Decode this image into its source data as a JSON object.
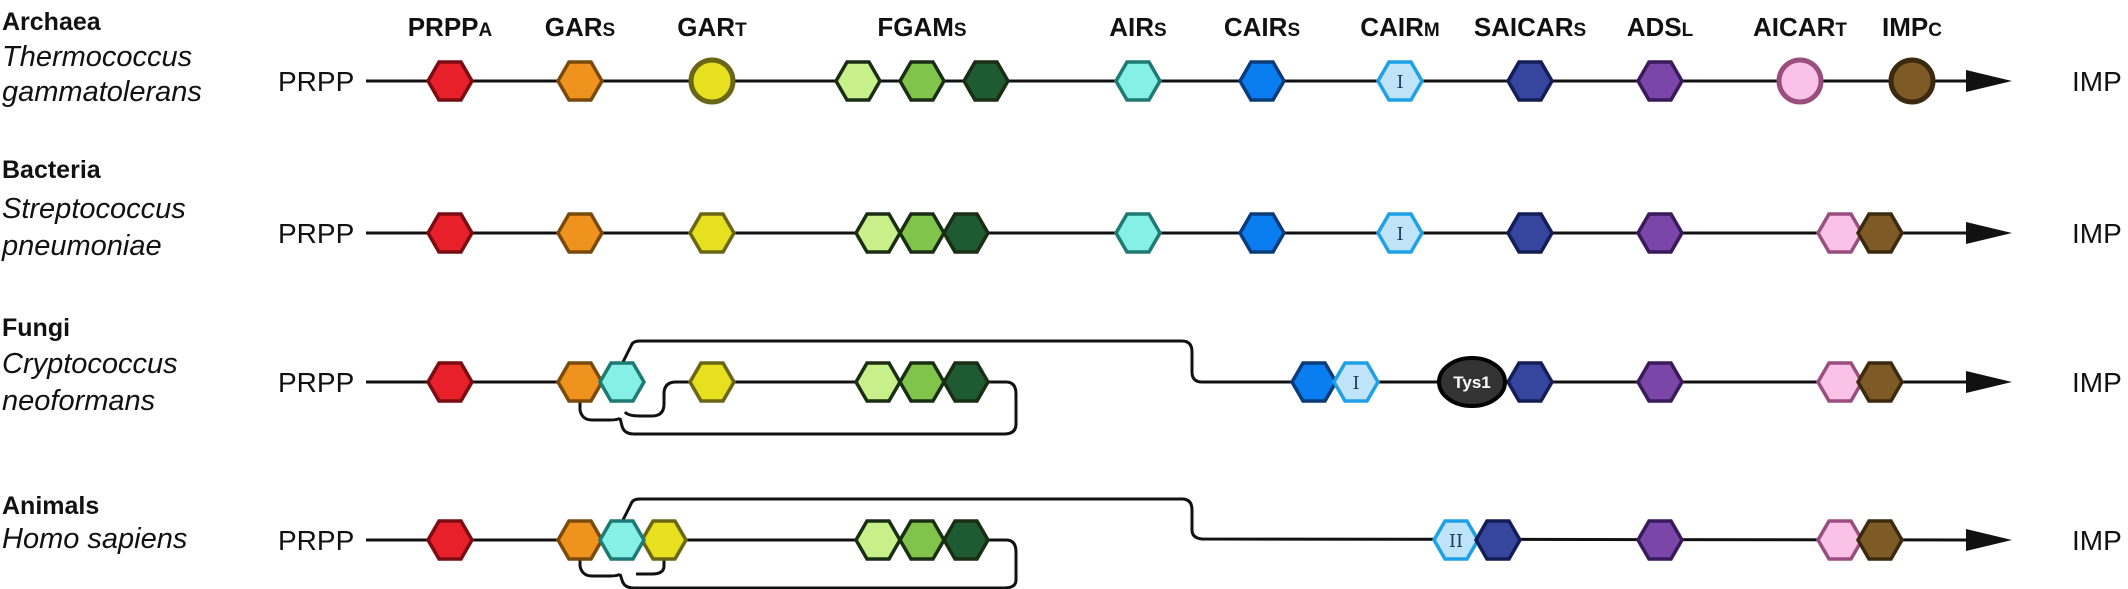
{
  "enzymes": [
    {
      "key": "prppa",
      "main": "PRPP",
      "sub": "A",
      "fill": "#e8202a",
      "stroke": "#7a0c12"
    },
    {
      "key": "gars",
      "main": "GAR",
      "sub": "S",
      "fill": "#f0931e",
      "stroke": "#7a4a0c"
    },
    {
      "key": "gart",
      "main": "GAR",
      "sub": "T",
      "fill": "#e6e01e",
      "stroke": "#6a6616"
    },
    {
      "key": "fgams",
      "main": "FGAM",
      "sub": "S",
      "fill": "#c8f08a",
      "stroke": "#24401a"
    },
    {
      "key": "airs",
      "main": "AIR",
      "sub": "S",
      "fill": "#86f0e6",
      "stroke": "#1e7a72"
    },
    {
      "key": "cairs",
      "main": "CAIR",
      "sub": "S",
      "fill": "#0a7ef0",
      "stroke": "#0a3c7a"
    },
    {
      "key": "cairm",
      "main": "CAIR",
      "sub": "M",
      "fill": "#bfe4fa",
      "stroke": "#1ea0e6"
    },
    {
      "key": "saicars",
      "main": "SAICAR",
      "sub": "S",
      "fill": "#36469e",
      "stroke": "#141e56"
    },
    {
      "key": "adsl",
      "main": "ADS",
      "sub": "L",
      "fill": "#7a46a8",
      "stroke": "#3a1a5a"
    },
    {
      "key": "aicart",
      "main": "AICAR",
      "sub": "T",
      "fill": "#fac2e6",
      "stroke": "#9a4e7e"
    },
    {
      "key": "impc",
      "main": "IMP",
      "sub": "C",
      "fill": "#7e5a26",
      "stroke": "#3c2a0e"
    }
  ],
  "colors": {
    "fgam_1": "#c8f08a",
    "fgam_2": "#80c44c",
    "fgam_3": "#1e5a32",
    "fgam_stroke": "#1a2e14",
    "line": "#111111",
    "tys_fill": "#333333",
    "tys_stroke": "#000000"
  },
  "rows": [
    {
      "group": "Archaea",
      "species_line1": "Thermococcus",
      "species_line2": "gammatolerans",
      "start": "PRPP",
      "end": "IMP"
    },
    {
      "group": "Bacteria",
      "species_line1": "Streptococcus",
      "species_line2": "pneumoniae",
      "start": "PRPP",
      "end": "IMP"
    },
    {
      "group": "Fungi",
      "species_line1": "Cryptococcus",
      "species_line2": "neoformans",
      "start": "PRPP",
      "end": "IMP"
    },
    {
      "group": "Animals",
      "species_line1": "Homo sapiens",
      "species_line2": "",
      "start": "PRPP",
      "end": "IMP"
    }
  ],
  "markers": {
    "class_one": "I",
    "class_two": "II",
    "tys1": "Tys1"
  },
  "icons": {
    "domain": "hexagon-icon",
    "circle_domain": "circle-domain-icon",
    "arrow": "arrowhead-icon"
  }
}
